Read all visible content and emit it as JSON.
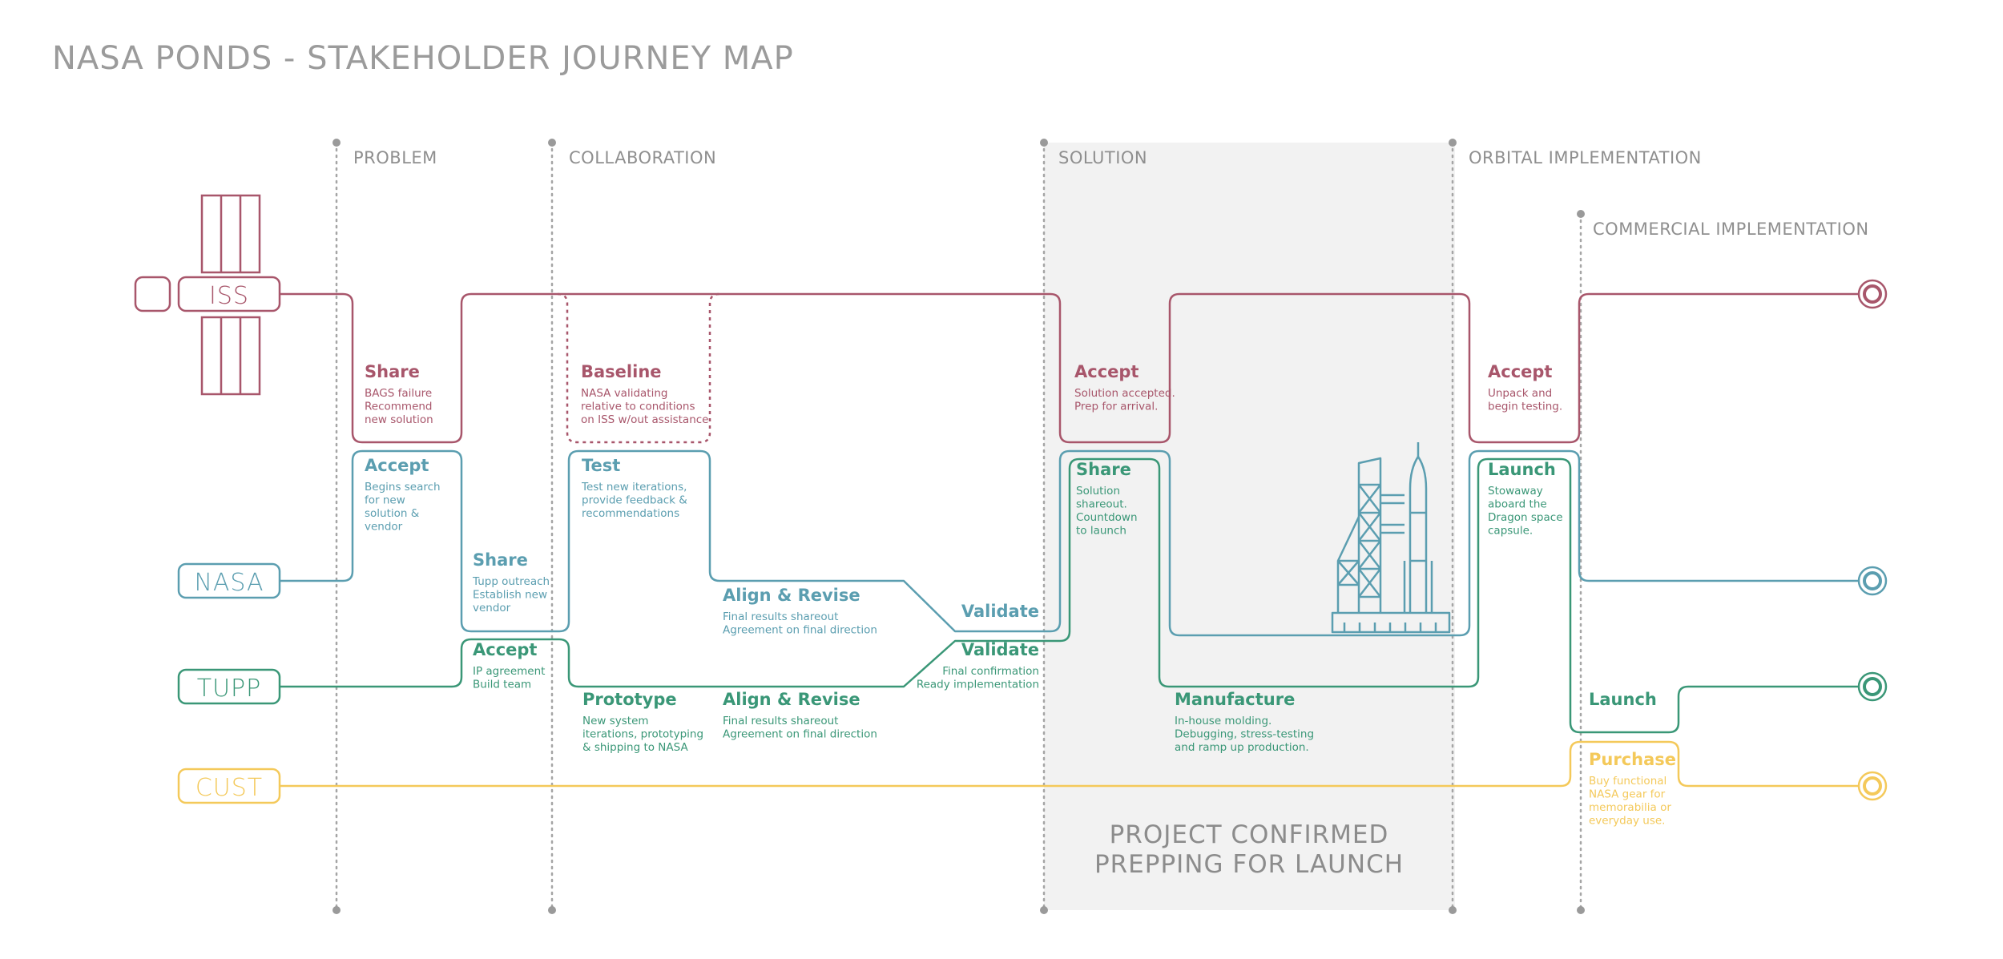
{
  "title": "NASA PONDS - STAKEHOLDER JOURNEY MAP",
  "colors": {
    "iss": "#a8566b",
    "nasa": "#5b9eb0",
    "tupp": "#3a9777",
    "cust": "#f4c95a",
    "phase": "#9a9a9a",
    "highlight": "#f2f2f2"
  },
  "phases": [
    {
      "label": "PROBLEM"
    },
    {
      "label": "COLLABORATION"
    },
    {
      "label": "SOLUTION"
    },
    {
      "label": "ORBITAL IMPLEMENTATION"
    },
    {
      "label": "COMMERCIAL IMPLEMENTATION"
    }
  ],
  "lanes": [
    {
      "label": "ISS",
      "icon": "satellite-icon"
    },
    {
      "label": "NASA"
    },
    {
      "label": "TUPP"
    },
    {
      "label": "CUST"
    }
  ],
  "steps": {
    "iss_share": {
      "title": "Share",
      "lines": [
        "BAGS failure",
        "Recommend",
        "new solution"
      ]
    },
    "iss_baseline": {
      "title": "Baseline",
      "lines": [
        "NASA validating",
        "relative to conditions",
        "on ISS w/out assistance"
      ]
    },
    "iss_accept1": {
      "title": "Accept",
      "lines": [
        "Solution accepted.",
        "Prep for arrival."
      ]
    },
    "iss_accept2": {
      "title": "Accept",
      "lines": [
        "Unpack and",
        "begin testing."
      ]
    },
    "nasa_accept": {
      "title": "Accept",
      "lines": [
        "Begins search",
        "for new",
        "solution &",
        "vendor"
      ]
    },
    "nasa_share": {
      "title": "Share",
      "lines": [
        "Tupp outreach",
        "Establish new",
        "vendor"
      ]
    },
    "nasa_test": {
      "title": "Test",
      "lines": [
        "Test new iterations,",
        "provide feedback &",
        "recommendations"
      ]
    },
    "nasa_align": {
      "title": "Align & Revise",
      "lines": [
        "Final results shareout",
        "Agreement on final direction"
      ]
    },
    "nasa_validate": {
      "title": "Validate",
      "lines": []
    },
    "tupp_accept": {
      "title": "Accept",
      "lines": [
        "IP agreement",
        "Build team"
      ]
    },
    "tupp_prototype": {
      "title": "Prototype",
      "lines": [
        "New system",
        "iterations, prototyping",
        "& shipping to NASA"
      ]
    },
    "tupp_align": {
      "title": "Align & Revise",
      "lines": [
        "Final results shareout",
        "Agreement on final direction"
      ]
    },
    "tupp_validate": {
      "title": "Validate",
      "lines": [
        "Final confirmation",
        "Ready implementation"
      ]
    },
    "tupp_share": {
      "title": "Share",
      "lines": [
        "Solution",
        "shareout.",
        "Countdown",
        "to launch"
      ]
    },
    "tupp_manufacture": {
      "title": "Manufacture",
      "lines": [
        "In-house molding.",
        "Debugging, stress-testing",
        "and ramp up production."
      ]
    },
    "tupp_launch1": {
      "title": "Launch",
      "lines": [
        "Stowaway",
        "aboard the",
        "Dragon space",
        "capsule."
      ]
    },
    "tupp_launch2": {
      "title": "Launch",
      "lines": []
    },
    "cust_purchase": {
      "title": "Purchase",
      "lines": [
        "Buy functional",
        "NASA gear for",
        "memorabilia or",
        "everyday use."
      ]
    }
  },
  "banner": {
    "lines": [
      "PROJECT CONFIRMED",
      "PREPPING FOR LAUNCH"
    ],
    "icon": "rocket-launchpad-icon"
  }
}
